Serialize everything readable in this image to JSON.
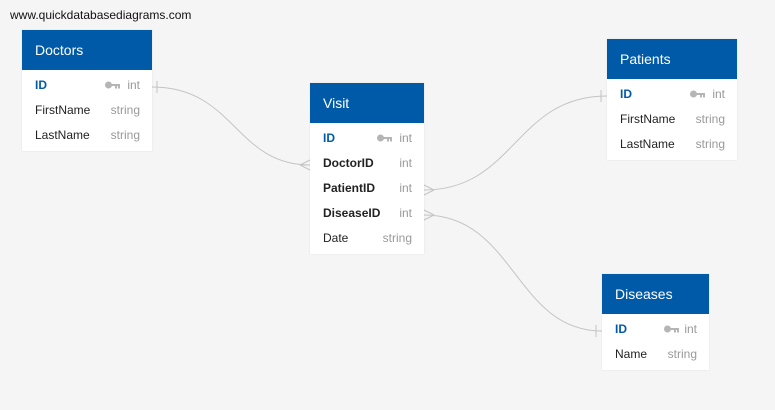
{
  "watermark": "www.quickdatabasediagrams.com",
  "colors": {
    "header": "#005aa8",
    "link": "#c4c4c4"
  },
  "tables": {
    "doctors": {
      "name": "Doctors",
      "fields": [
        {
          "name": "ID",
          "type": "int",
          "pk": true
        },
        {
          "name": "FirstName",
          "type": "string"
        },
        {
          "name": "LastName",
          "type": "string"
        }
      ]
    },
    "visit": {
      "name": "Visit",
      "fields": [
        {
          "name": "ID",
          "type": "int",
          "pk": true
        },
        {
          "name": "DoctorID",
          "type": "int",
          "fk": true
        },
        {
          "name": "PatientID",
          "type": "int",
          "fk": true
        },
        {
          "name": "DiseaseID",
          "type": "int",
          "fk": true
        },
        {
          "name": "Date",
          "type": "string"
        }
      ]
    },
    "patients": {
      "name": "Patients",
      "fields": [
        {
          "name": "ID",
          "type": "int",
          "pk": true
        },
        {
          "name": "FirstName",
          "type": "string"
        },
        {
          "name": "LastName",
          "type": "string"
        }
      ]
    },
    "diseases": {
      "name": "Diseases",
      "fields": [
        {
          "name": "ID",
          "type": "int",
          "pk": true
        },
        {
          "name": "Name",
          "type": "string"
        }
      ]
    }
  },
  "relationships": [
    {
      "from": "doctors.ID",
      "to": "visit.DoctorID",
      "type": "one-to-many"
    },
    {
      "from": "patients.ID",
      "to": "visit.PatientID",
      "type": "one-to-many"
    },
    {
      "from": "diseases.ID",
      "to": "visit.DiseaseID",
      "type": "one-to-many"
    }
  ]
}
